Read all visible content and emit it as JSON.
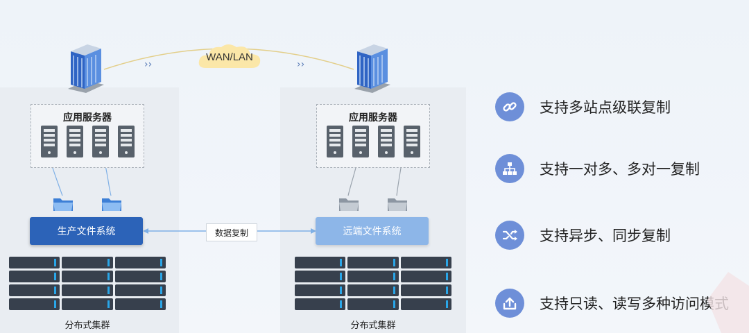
{
  "network": {
    "wan_label": "WAN/LAN"
  },
  "left_site": {
    "app_server_title": "应用服务器",
    "filesystem_label": "生产文件系统",
    "cluster_label": "分布式集群"
  },
  "right_site": {
    "app_server_title": "应用服务器",
    "filesystem_label": "远端文件系统",
    "cluster_label": "分布式集群"
  },
  "replication_label": "数据复制",
  "features": [
    {
      "icon": "link-icon",
      "text": "支持多站点级联复制"
    },
    {
      "icon": "hierarchy-icon",
      "text": "支持一对多、多对一复制"
    },
    {
      "icon": "shuffle-icon",
      "text": "支持异步、同步复制"
    },
    {
      "icon": "upload-icon",
      "text": "支持只读、读写多种访问模式"
    }
  ],
  "colors": {
    "primary_fs": "#2c63b8",
    "remote_fs": "#8db6e8",
    "feature_icon_bg": "#6e8fd8",
    "rack_led": "#2aa6e8"
  }
}
